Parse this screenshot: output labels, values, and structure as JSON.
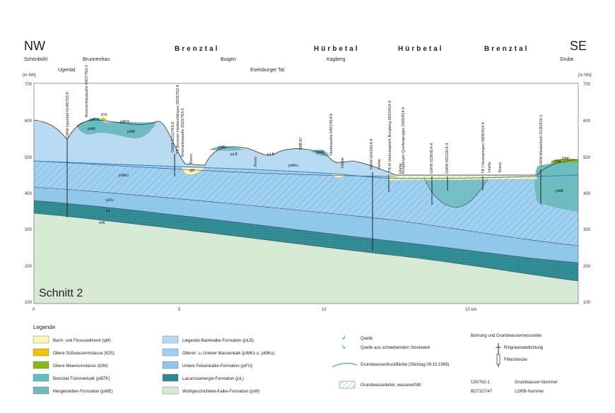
{
  "directions": {
    "left": "NW",
    "right": "SE"
  },
  "valleys": [
    "Brenztal",
    "Hürbetal",
    "Hürbetal",
    "Brenztal"
  ],
  "places": [
    "Schönbühl",
    "Brunnenhau",
    "Ugental",
    "Buigen",
    "Eselsburger Tal",
    "Kagberg",
    "Grube"
  ],
  "axis": {
    "unit": "[m NN]",
    "y_ticks": [
      "700",
      "600",
      "500",
      "400",
      "300",
      "200",
      "100"
    ],
    "x_ticks": [
      "0",
      "5",
      "10",
      "15 km"
    ]
  },
  "section_title": "Schnitt 2",
  "boreholes": [
    "GWM Ugenhof  0148/763-9",
    "Brunnenhauquelle 8507/763-2",
    "GWM 2012/763-6",
    "TB Brunnen Herbrechtingen 0026/763-8",
    "Brünnelesquelle 2010/763-5",
    "Hürbequelle 0401/814-6",
    "GWM 0243/814-9",
    "TB III Vorkumpwerk Burgberg 0015/814-5",
    "Burgberger Quellengruppe 2005/814-5",
    "GWM 0236/814-8",
    "GWM 0251/814-3",
    "TB I Hermaringen 0006/814-4",
    "GWM Weidenloch 0136/814-1"
  ],
  "rivers": [
    "Brenz",
    "Brenz",
    "Hürbe",
    "Hürbe",
    "Hürbe",
    "Hürbe",
    "Brenz"
  ],
  "formation_codes": [
    "joBTK",
    "tOS",
    "joBTK",
    "joME",
    "joME",
    "tOM",
    "joMKu",
    "joFU",
    "joL",
    "joW",
    "qbf",
    "joME",
    "joLB",
    "joMKo",
    "joME",
    "joLB",
    "tOM",
    "joME",
    "BAB A7"
  ],
  "legend": {
    "title": "Legende",
    "formations": [
      {
        "label": "Bach- und Flusssediment (qbf)",
        "color": "#fff5b8"
      },
      {
        "label": "Obere Süßwassermolasse (tOS)",
        "color": "#f5c200"
      },
      {
        "label": "Obere Meeresmolasse (tOM)",
        "color": "#88b818"
      },
      {
        "label": "Brenztal-Trümmerkalk (joBTK)",
        "color": "#5cbfc5"
      },
      {
        "label": "Mergelstetten-Formation (joME)",
        "color": "#6fbcc0"
      },
      {
        "label": "Liegende-Bankkalke-Formation (joLB)",
        "color": "#b7d9f2"
      },
      {
        "label": "Oberer- u. Unterer Massenkalk (joMKo u. joMKu)",
        "color": "#9ed0f0"
      },
      {
        "label": "Untere Felsenkalke-Formation (joFU)",
        "color": "#8fc7ea"
      },
      {
        "label": "Lacunosamergel-Formation (joL)",
        "color": "#2e8a92"
      },
      {
        "label": "Wohlgeschichtete-Kalke-Formation (joW)",
        "color": "#d6e9d2"
      }
    ],
    "symbols": {
      "spring": "Quelle",
      "perched_spring": "Quelle aus schwebendem Stockwerk",
      "gw_surface": "Grundwasserdruckfläche (Stichtag 09.10.1989)",
      "aquifer": "Grundwasserleiter, wassererfüllt"
    },
    "boreholes": {
      "title": "Bohrung und Grundwassermessstelle",
      "annular_seal": "Ringraumabdichtung",
      "filter": "Filterstrecke",
      "gw_number_example": "130/762-1",
      "gw_number_label": "Grundwasser-Nummer",
      "lgrb_example": "BO7327/47",
      "lgrb_label": "LGRB-Nummer"
    }
  },
  "colors": {
    "qbf": "#fff5b8",
    "tOS": "#f5c200",
    "tOM": "#88b818",
    "joBTK": "#5cbfc5",
    "joME": "#6fbcc0",
    "joLB": "#b7d9f2",
    "massenkalk": "#9ed0f0",
    "joFU": "#8fc7ea",
    "joL": "#2e8a92",
    "joW": "#d6e9d2",
    "water_line": "#1a8dc9"
  }
}
